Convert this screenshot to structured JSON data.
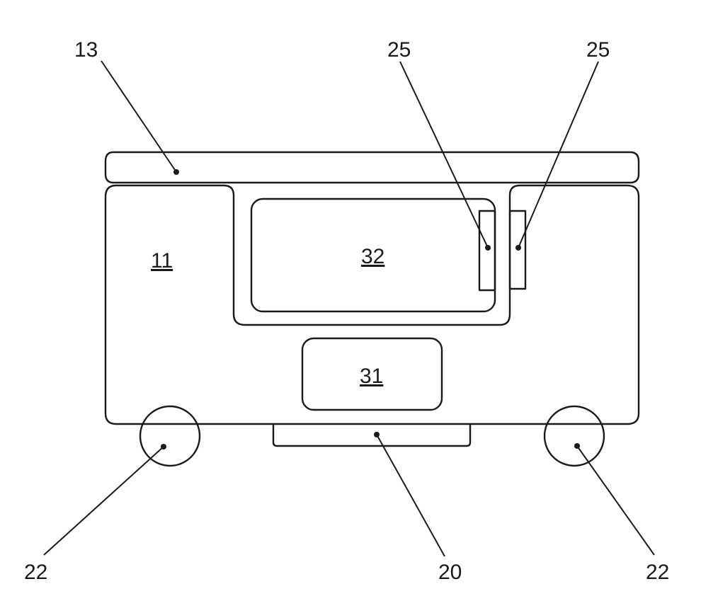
{
  "labels": {
    "top_plate": "13",
    "body_housing": "11",
    "upper_compartment": "32",
    "lower_compartment": "31",
    "sensor_left": "25",
    "sensor_right": "25",
    "base_plate": "20",
    "wheel_left": "22",
    "wheel_right": "22"
  }
}
